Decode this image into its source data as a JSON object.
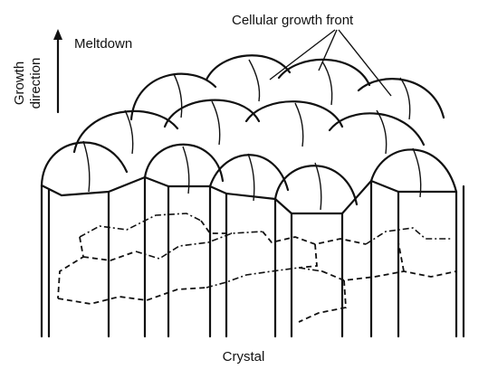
{
  "labels": {
    "growth_axis": [
      "Growth",
      "direction"
    ],
    "meltdown": "Meltdown",
    "growth_front": "Cellular growth front",
    "crystal": "Crystal"
  },
  "colors": {
    "ink": "#111111",
    "background": "#ffffff"
  }
}
